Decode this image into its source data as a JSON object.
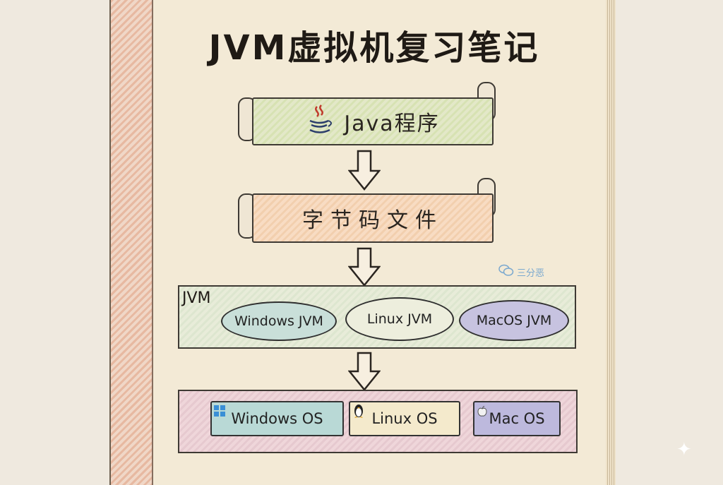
{
  "title": "JVM虚拟机复习笔记",
  "nodes": {
    "program": {
      "label": "Java程序",
      "icon": "java-coffee-icon"
    },
    "bytecode": {
      "label": "字节码文件"
    }
  },
  "jvm": {
    "label": "JVM",
    "implementations": [
      "Windows JVM",
      "Linux JVM",
      "MacOS JVM"
    ]
  },
  "os": {
    "items": [
      {
        "label": "Windows OS",
        "icon": "windows-icon"
      },
      {
        "label": "Linux OS",
        "icon": "penguin-icon"
      },
      {
        "label": "Mac OS",
        "icon": "apple-icon"
      }
    ]
  },
  "watermark": {
    "text": "三分恶",
    "icon": "wechat-icon"
  },
  "colors": {
    "program_bg": "#d7e2b3",
    "bytecode_bg": "#f2cfae",
    "jvm_bg": "#dde6cf",
    "os_bg": "#e6c9cf",
    "spine": "#e6b49c"
  }
}
